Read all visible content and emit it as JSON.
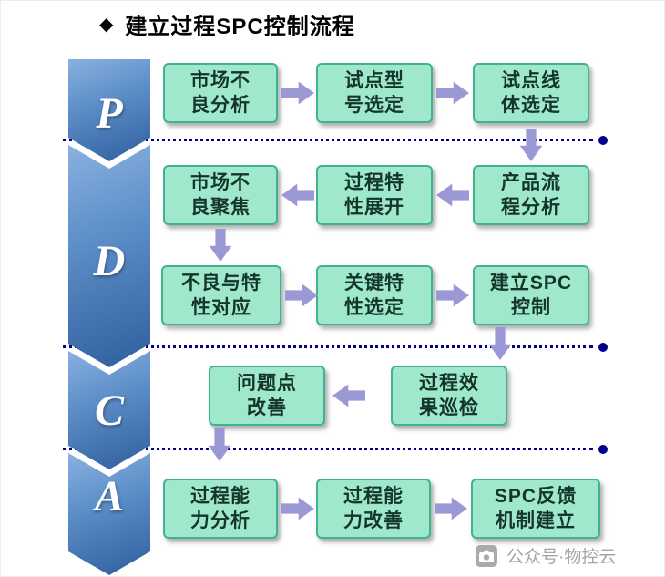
{
  "title": {
    "bullet": "◆",
    "text": "建立过程SPC控制流程"
  },
  "pdca_letters": [
    "P",
    "D",
    "C",
    "A"
  ],
  "flow": {
    "rows": [
      {
        "section": "P",
        "direction": "right",
        "boxes": [
          {
            "l1": "市场不",
            "l2": "良分析"
          },
          {
            "l1": "试点型",
            "l2": "号选定"
          },
          {
            "l1": "试点线",
            "l2": "体选定"
          }
        ]
      },
      {
        "section": "D",
        "direction": "left",
        "boxes": [
          {
            "l1": "市场不",
            "l2": "良聚焦"
          },
          {
            "l1": "过程特",
            "l2": "性展开"
          },
          {
            "l1": "产品流",
            "l2": "程分析"
          }
        ]
      },
      {
        "section": "D",
        "direction": "right",
        "boxes": [
          {
            "l1": "不良与特",
            "l2": "性对应"
          },
          {
            "l1": "关键特",
            "l2": "性选定"
          },
          {
            "l1": "建立SPC",
            "l2": "控制"
          }
        ]
      },
      {
        "section": "C",
        "direction": "left",
        "boxes": [
          {
            "l1": "问题点",
            "l2": "改善"
          },
          {
            "l1": "过程效",
            "l2": "果巡检"
          }
        ]
      },
      {
        "section": "A",
        "direction": "right",
        "boxes": [
          {
            "l1": "过程能",
            "l2": "力分析"
          },
          {
            "l1": "过程能",
            "l2": "力改善"
          },
          {
            "l1": "SPC反馈",
            "l2": "机制建立"
          }
        ]
      }
    ]
  },
  "colors": {
    "box_bg": "#9fe8cb",
    "box_border": "#3fb292",
    "box_text": "#14352c",
    "arrow": "#9a99d5",
    "dotted_line": "#00008b",
    "chevron_light": "#8ab1e0",
    "chevron_dark": "#2f5e9d",
    "watermark_gray": "#a5a5a5"
  },
  "watermark": {
    "text": "公众号·物控云"
  }
}
